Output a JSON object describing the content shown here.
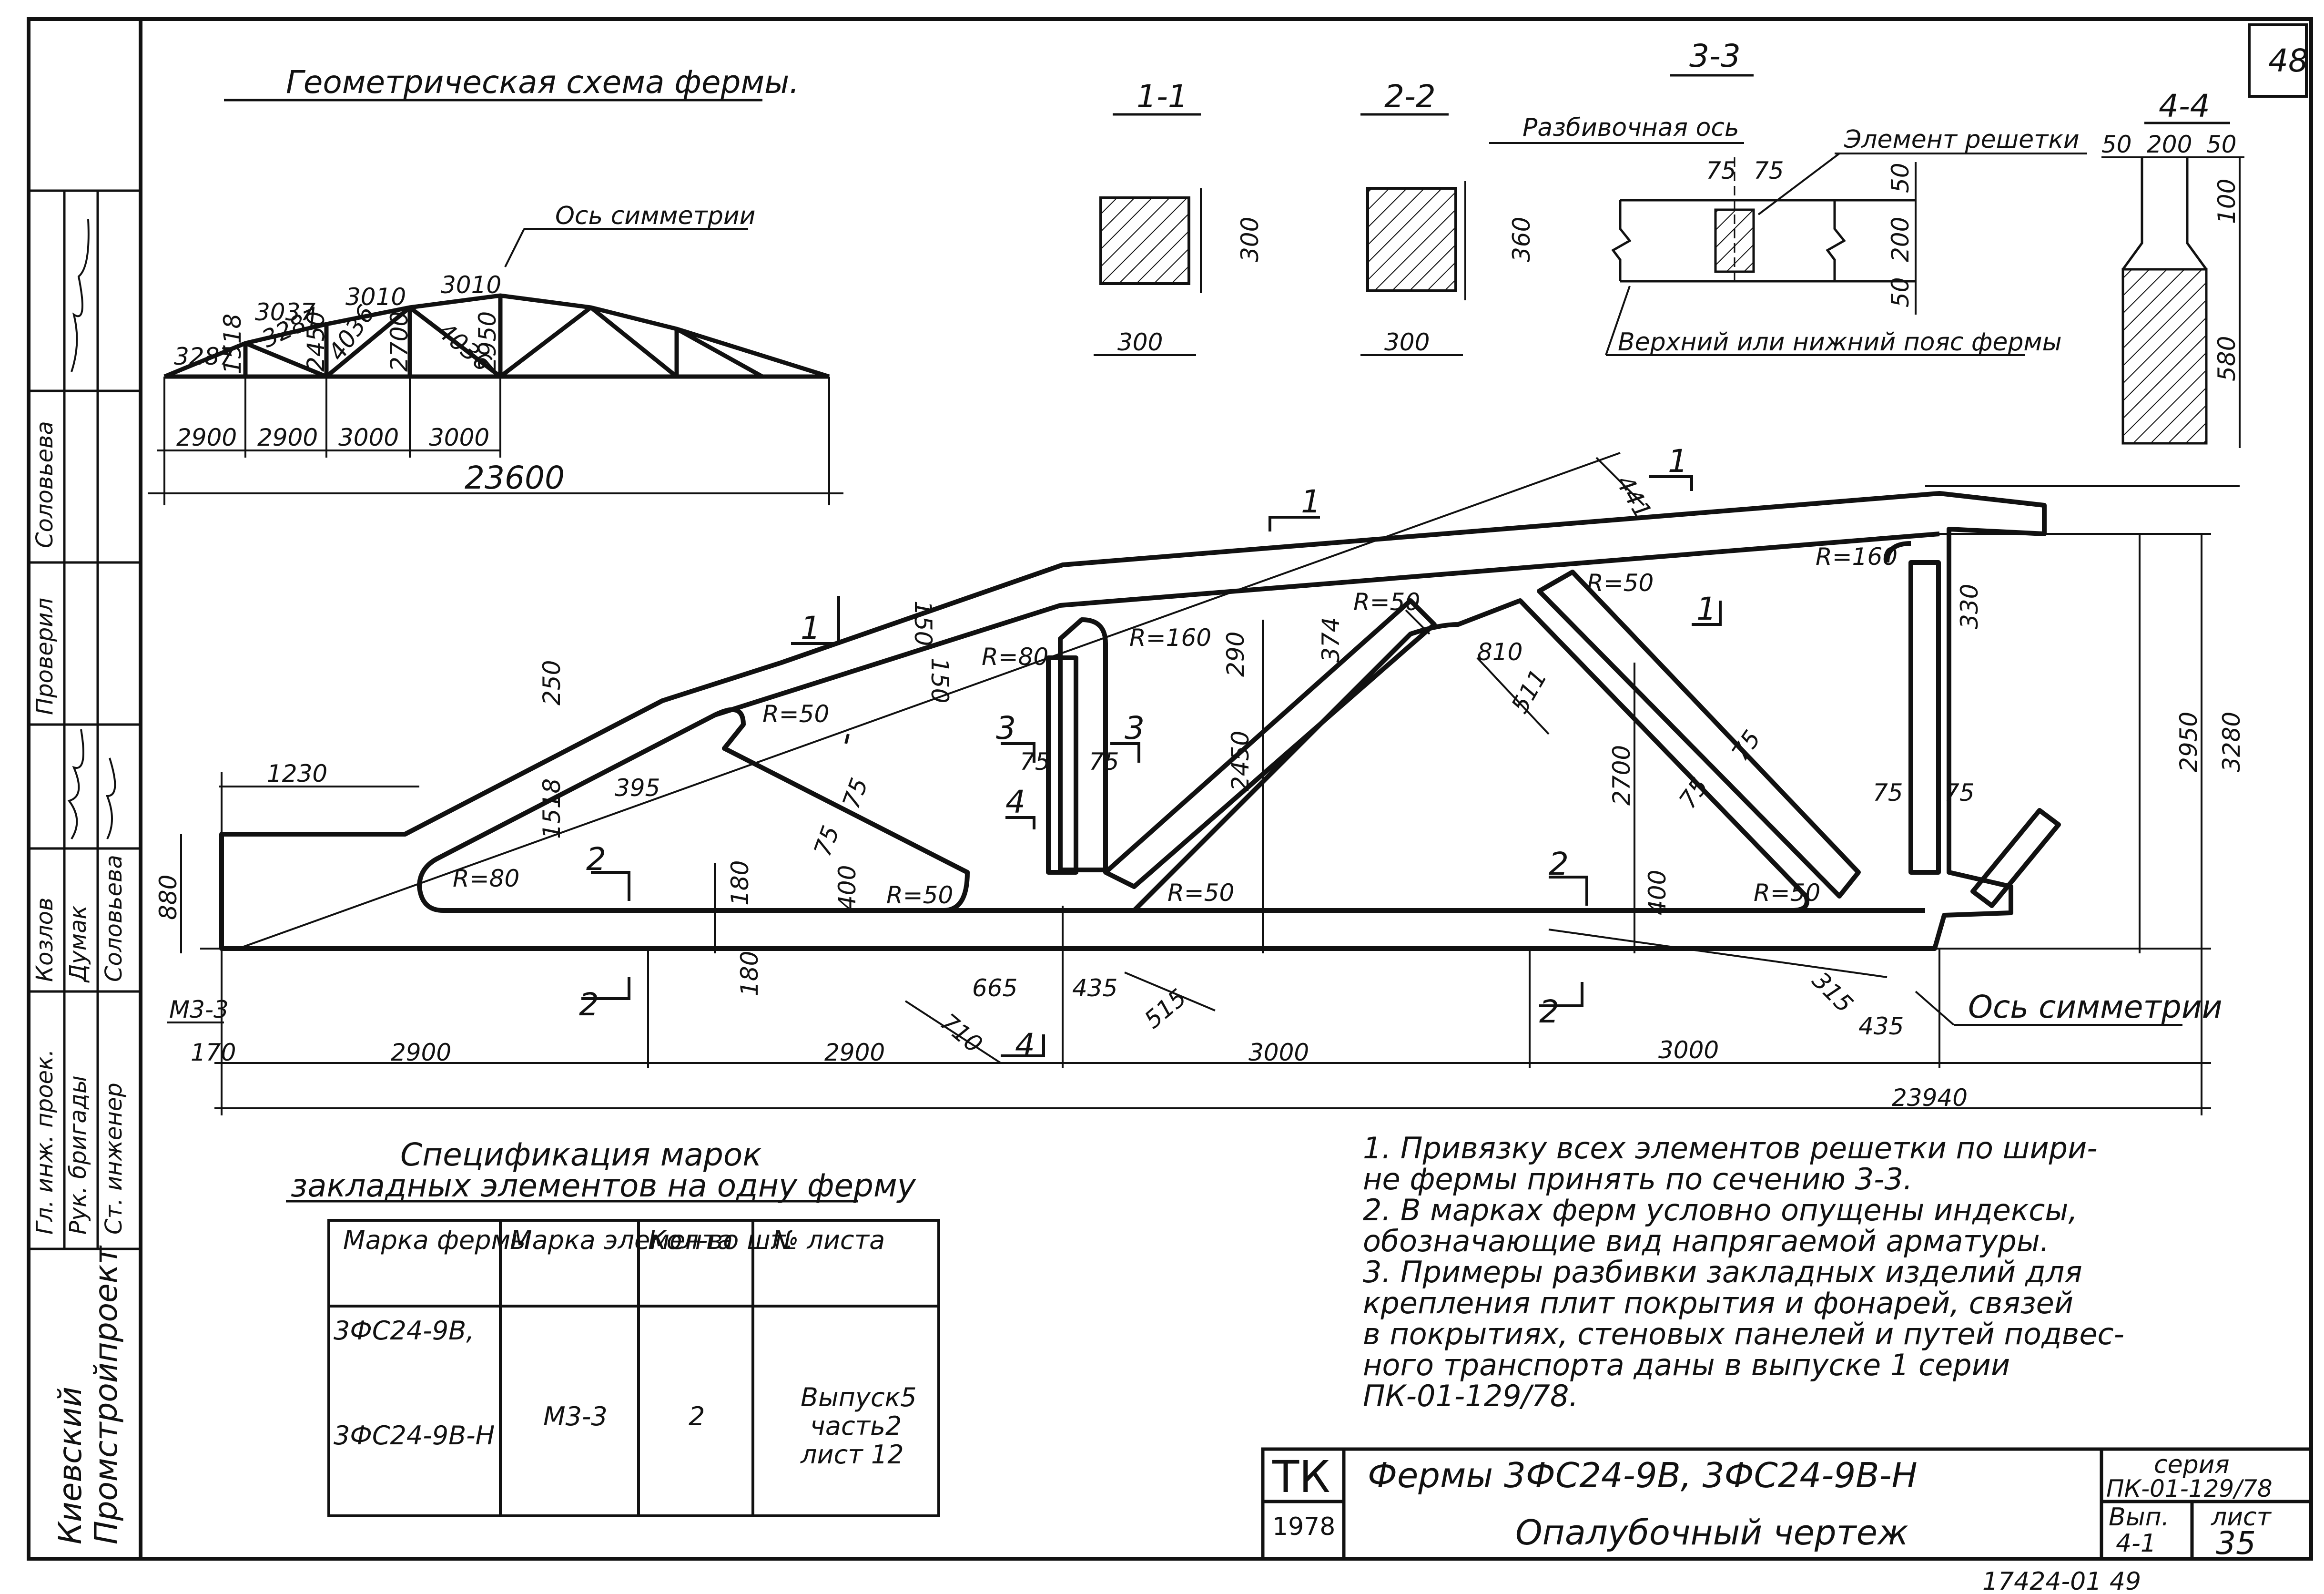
{
  "sheet_number": "48",
  "geometry_scheme": {
    "title": "Геометрическая схема фермы.",
    "axis_label": "Ось симметрии",
    "chord_lengths": [
      "3287",
      "3037",
      "3010",
      "3010"
    ],
    "heights": [
      "1518",
      "2450",
      "2700",
      "2950"
    ],
    "diagonals": [
      "3287",
      "4036",
      "4036"
    ],
    "spans": [
      "2900",
      "2900",
      "3000",
      "3000"
    ],
    "total": "23600"
  },
  "sections": {
    "s11": {
      "title": "1-1",
      "height": "300",
      "width": "300"
    },
    "s22": {
      "title": "2-2",
      "height": "360",
      "width": "300"
    },
    "s33": {
      "title": "3-3",
      "layout_axis": "Разбивочная ось",
      "element": "Элемент решетки",
      "chord": "Верхний или нижний пояс фермы",
      "d75a": "75",
      "d75b": "75",
      "d50a": "50",
      "d200": "200",
      "d50b": "50"
    },
    "s44": {
      "title": "4-4",
      "d50a": "50",
      "d200": "200",
      "d50b": "50",
      "d100": "100",
      "d580": "580"
    }
  },
  "truss": {
    "axis_label": "Ось симметрии",
    "mark": "М3-3",
    "dims": {
      "d1230": "1230",
      "d880": "880",
      "d170": "170",
      "d2900a": "2900",
      "d2900b": "2900",
      "d3000a": "3000",
      "d3000b": "3000",
      "d23940": "23940",
      "d250": "250",
      "d395": "395",
      "d1518": "1518",
      "d180a": "180",
      "d180b": "180",
      "d150a": "150",
      "d150b": "150",
      "d75a": "75",
      "d75b": "75",
      "d75c": "75",
      "d75d": "75",
      "d75e": "75",
      "d75f": "75",
      "d75g": "75",
      "d75h": "75",
      "d400a": "400",
      "d400b": "400",
      "d665": "665",
      "d435a": "435",
      "d435b": "435",
      "d710": "710",
      "d515": "515",
      "d290": "290",
      "d2450": "2450",
      "d374": "374",
      "d810": "810",
      "d511": "511",
      "d441": "441",
      "d2700": "2700",
      "d330": "330",
      "d2950": "2950",
      "d3280": "3280",
      "d315": "315"
    },
    "radii": {
      "r80a": "R=80",
      "r50a": "R=50",
      "r50b": "R=50",
      "r80b": "R=80",
      "r160a": "R=160",
      "r50c": "R=50",
      "r50d": "R=50",
      "r50e": "R=50",
      "r50f": "R=50",
      "r160b": "R=160"
    },
    "cuts": {
      "c1": "1",
      "c1b": "1",
      "c1c": "1",
      "c1d": "1",
      "c2a": "2",
      "c2b": "2",
      "c2c": "2",
      "c2d": "2",
      "c3a": "3",
      "c3b": "3",
      "c4a": "4",
      "c4b": "4"
    }
  },
  "spec": {
    "title_line1": "Спецификация марок",
    "title_line2": "закладных элементов на одну ферму",
    "headers": [
      "Марка фермы",
      "Марка элемента",
      "Кол-во шт.",
      "№ листа"
    ],
    "farm_marks": [
      "3ФС24-9В,",
      "3ФС24-9В-Н"
    ],
    "element": "М3-3",
    "qty": "2",
    "sheet_ref": [
      "Выпуск5",
      "часть2",
      "лист 12"
    ]
  },
  "notes": [
    "1. Привязку всех элементов решетки по шири-",
    "не фермы принять по сечению 3-3.",
    "2. В марках ферм условно опущены индексы,",
    "обозначающие вид напрягаемой арматуры.",
    "3. Примеры разбивки закладных изделий для",
    "крепления плит покрытия и фонарей, связей",
    "в покрытиях, стеновых панелей и путей подвес-",
    "ного транспорта даны в выпуске 1 серии",
    "ПК-01-129/78."
  ],
  "title_block": {
    "code": "ТК",
    "year": "1978",
    "name": "Фермы 3ФС24-9В, 3ФС24-9В-Н",
    "drawing": "Опалубочный чертеж",
    "series_label": "серия",
    "series": "ПК-01-129/78",
    "issue_label": "Вып.",
    "issue": "4-1",
    "sheet_label": "лист",
    "sheet": "35"
  },
  "side_stamp": {
    "institute": [
      "Киевский",
      "Промстройпроект"
    ],
    "roles": [
      "Гл. инж. проек.",
      "Рук. бригады",
      "Ст. инженер",
      "Проверил"
    ],
    "names": [
      "Козлов",
      "Думак",
      "Соловьева",
      "Соловьева"
    ]
  },
  "footer_code": "17424-01 49"
}
